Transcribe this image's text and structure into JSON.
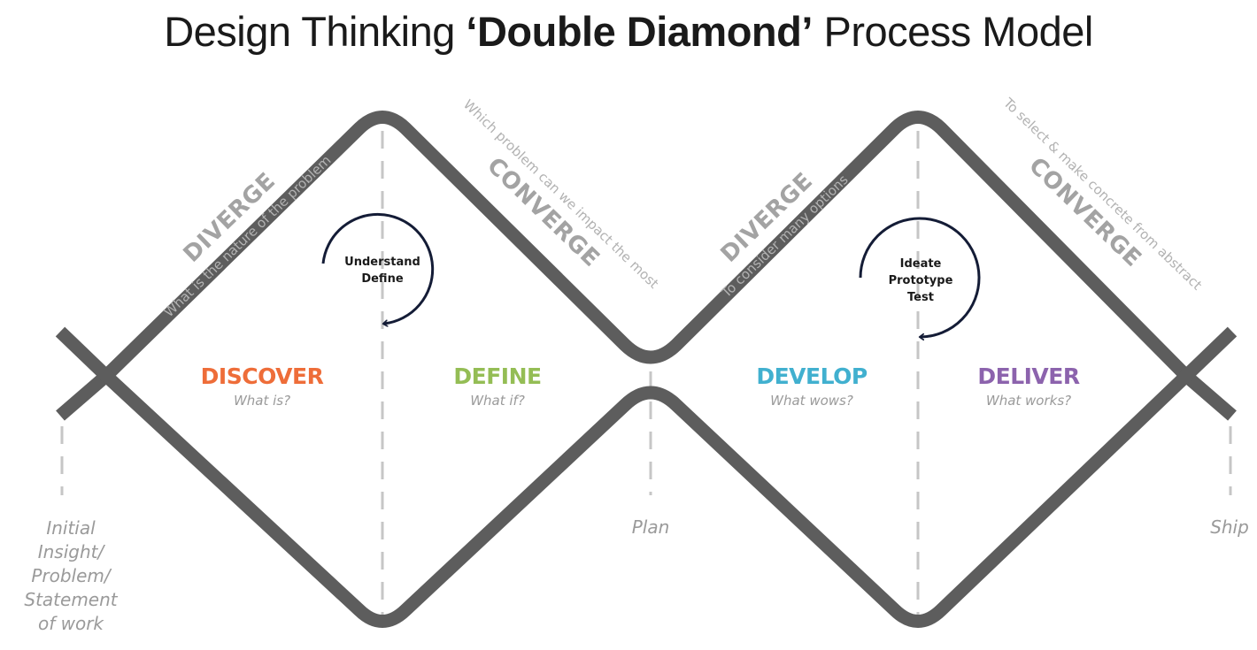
{
  "title": {
    "pre": "Design Thinking ",
    "bold": "‘Double Diamond’",
    "post": " Process Model"
  },
  "phases": [
    {
      "name": "DISCOVER",
      "question": "What is?",
      "color": "#ee6d39"
    },
    {
      "name": "DEFINE",
      "question": "What if?",
      "color": "#94bd55"
    },
    {
      "name": "DEVELOP",
      "question": "What wows?",
      "color": "#41b0cf"
    },
    {
      "name": "DELIVER",
      "question": "What works?",
      "color": "#8c63ad"
    }
  ],
  "edges": [
    {
      "label": "DIVERGE",
      "sub": "What is the nature of the problem"
    },
    {
      "label": "CONVERGE",
      "sub": "Which problem can we impact the most"
    },
    {
      "label": "DIVERGE",
      "sub": "To consider many options"
    },
    {
      "label": "CONVERGE",
      "sub": "To select & make concrete from abstract"
    }
  ],
  "cycles": [
    {
      "lines": [
        "Understand",
        "Define"
      ]
    },
    {
      "lines": [
        "Ideate",
        "Prototype",
        "Test"
      ]
    }
  ],
  "milestones": {
    "start": [
      "Initial",
      "Insight/",
      "Problem/",
      "Statement",
      "of work"
    ],
    "middle": "Plan",
    "end": "Ship"
  },
  "colors": {
    "diamond_line": "#5d5d5d",
    "dashes": "#c6c6c6",
    "arrow": "#141c36"
  }
}
